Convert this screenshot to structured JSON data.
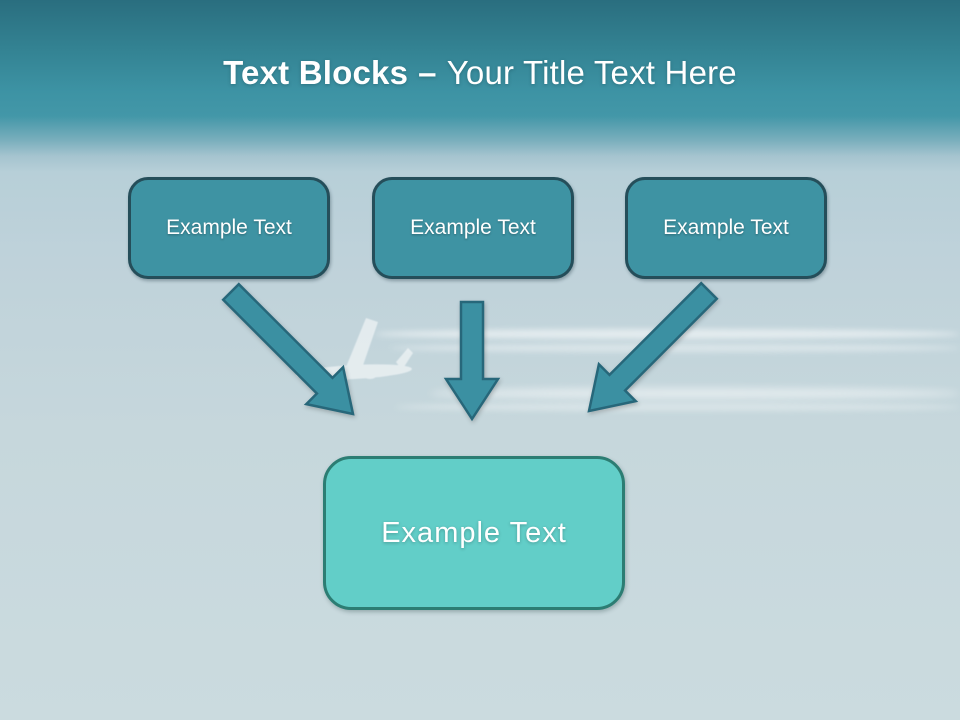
{
  "slide": {
    "title": {
      "prefix": "Text Blocks",
      "separator": "–",
      "suffix": "Your Title Text Here"
    },
    "source_boxes": [
      {
        "label": "Example Text"
      },
      {
        "label": "Example Text"
      },
      {
        "label": "Example Text"
      }
    ],
    "result_box": {
      "label": "Example Text"
    },
    "decor": {
      "airplane": "airplane-with-contrails-photo",
      "arrows": [
        "down-right-arrow",
        "down-arrow",
        "down-left-arrow"
      ]
    }
  },
  "colors": {
    "header_top": "#2a6e7f",
    "header_teal": "#4397a8",
    "sky_light": "#cbdbdf",
    "title_text": "#ffffff",
    "box_fill": "#3e93a3",
    "box_border": "#254e5a",
    "result_fill": "#62cec8",
    "result_border": "#2c7d73",
    "arrow_fill": "#3b90a2",
    "arrow_stroke": "#27677a"
  }
}
